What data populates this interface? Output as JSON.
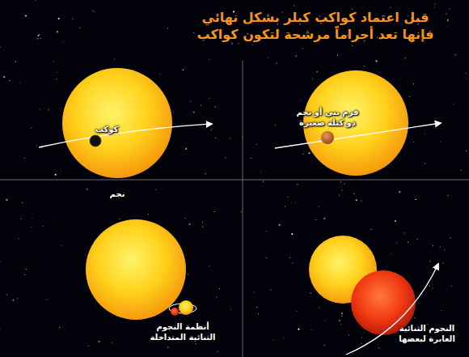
{
  "diagram": {
    "title": "قبل اعتماد كواكب كبلر بشكل نهائي فإنها تعد أجراماً مرشحة لتكون كواكب",
    "labels": [
      "كوكب",
      "نجم",
      "قزم بني أو نجم ذو كتلة صغيرة",
      "أنظمة النجوم الثنائية المتداخلة",
      "النجوم الثنائية العابرة لبعضها"
    ]
  }
}
